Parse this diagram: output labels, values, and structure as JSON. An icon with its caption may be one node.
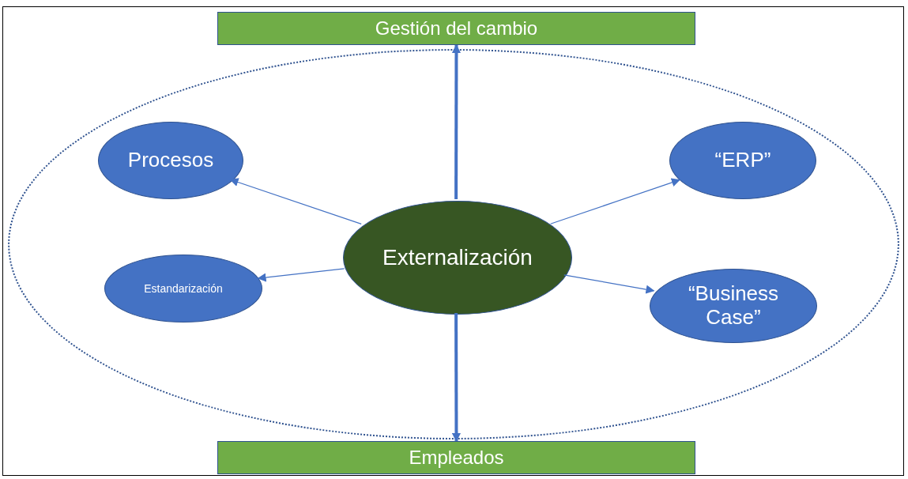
{
  "diagram": {
    "nodes": [
      {
        "text": [
          "Gestión del cambio"
        ]
      },
      {
        "text": [],
        "shape": "ellipse"
      },
      {
        "text": [
          "Procesos"
        ],
        "in": 1
      },
      {
        "text": [
          "“ERP”"
        ],
        "in": 1
      },
      {
        "text": [
          "Externalización"
        ],
        "in": 1
      },
      {
        "text": [
          "Estandarización"
        ],
        "in": 1
      },
      {
        "text": [
          "“Business Case”"
        ],
        "in": 1
      },
      {
        "text": [
          "Empleados"
        ]
      }
    ],
    "edges": [
      {
        "from": 4,
        "to": 0,
        "arrow": "to",
        "style": "thick"
      },
      {
        "from": 4,
        "to": 2,
        "arrow": "to"
      },
      {
        "from": 4,
        "to": 3,
        "arrow": "to"
      },
      {
        "from": 4,
        "to": 5,
        "arrow": "to"
      },
      {
        "from": 4,
        "to": 6,
        "arrow": "to"
      },
      {
        "from": 4,
        "to": 7,
        "arrow": "to",
        "style": "thick"
      }
    ]
  }
}
